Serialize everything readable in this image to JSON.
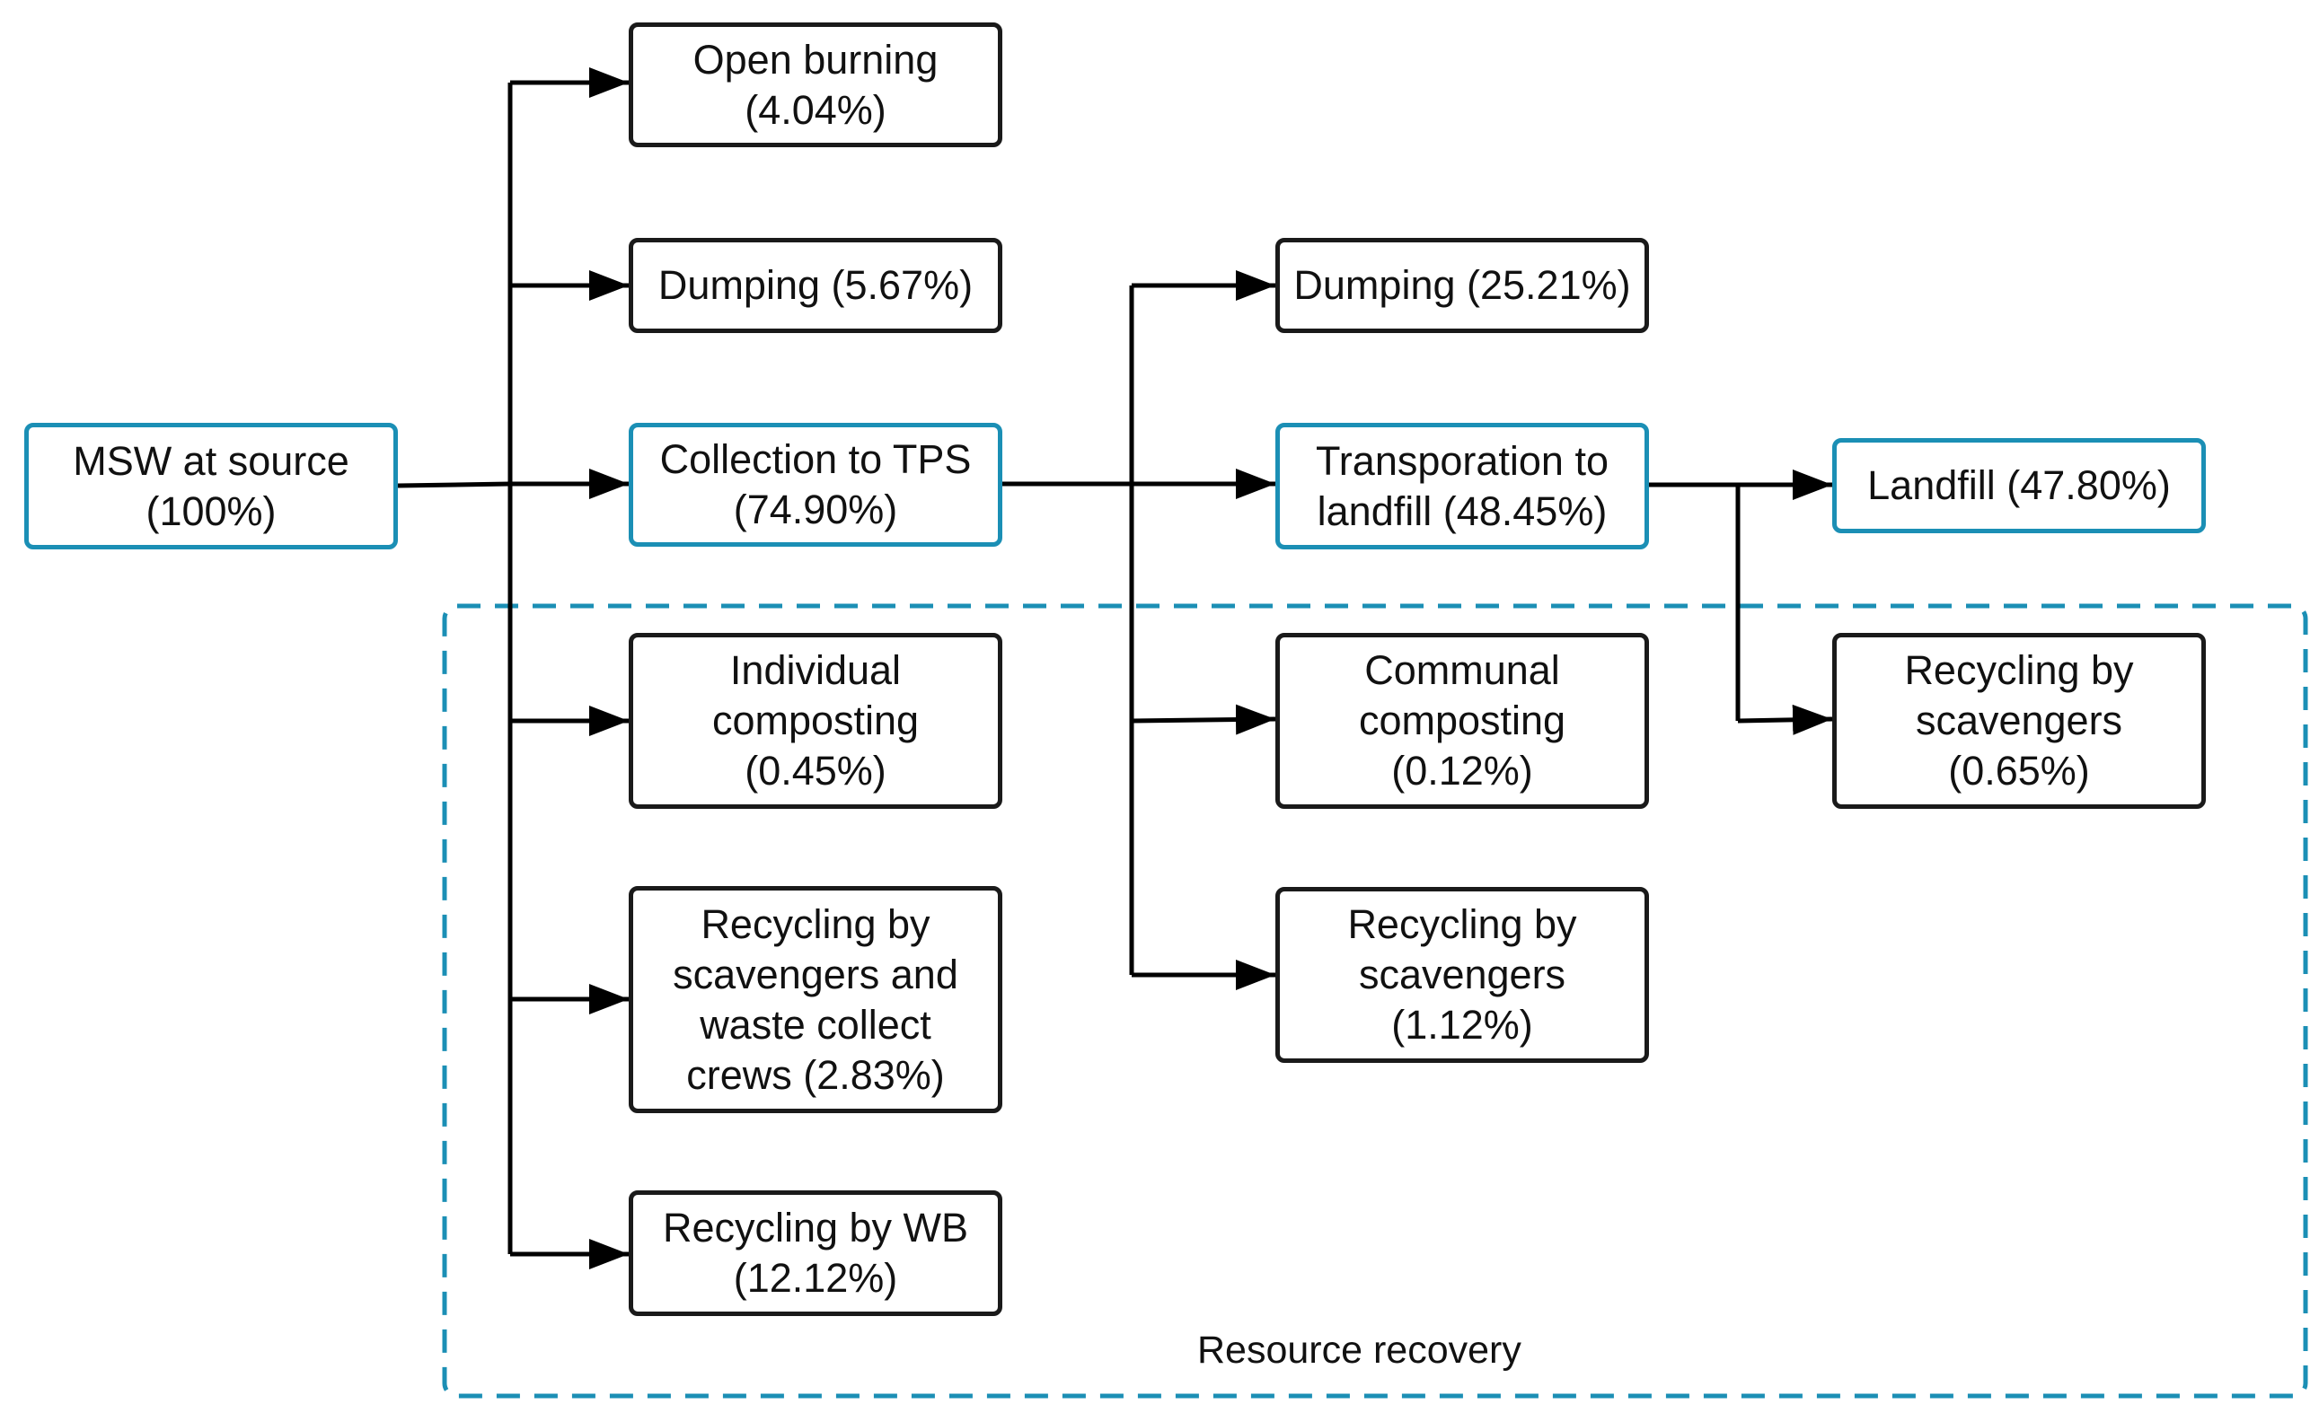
{
  "colors": {
    "main_border": "#1b8fb5",
    "box_border": "#1a1a1a",
    "arrow": "#000000",
    "region_border": "#1b8fb5"
  },
  "region": {
    "label": "Resource recovery"
  },
  "nodes": {
    "source": {
      "lines": [
        "MSW at source",
        "(100%)"
      ]
    },
    "open_burning": {
      "lines": [
        "Open burning",
        "(4.04%)"
      ]
    },
    "dumping_1": {
      "lines": [
        "Dumping (5.67%)"
      ]
    },
    "collection_tps": {
      "lines": [
        "Collection to TPS",
        "(74.90%)"
      ]
    },
    "individual_composting": {
      "lines": [
        "Individual",
        "composting",
        "(0.45%)"
      ]
    },
    "recycling_scavengers_crews": {
      "lines": [
        "Recycling by",
        "scavengers and",
        "waste collect",
        "crews (2.83%)"
      ]
    },
    "recycling_wb": {
      "lines": [
        "Recycling by WB",
        "(12.12%)"
      ]
    },
    "dumping_2": {
      "lines": [
        "Dumping (25.21%)"
      ]
    },
    "transport_landfill": {
      "lines": [
        "Transporation to",
        "landfill (48.45%)"
      ]
    },
    "communal_composting": {
      "lines": [
        "Communal",
        "composting",
        "(0.12%)"
      ]
    },
    "recycling_scavengers_2": {
      "lines": [
        "Recycling by",
        "scavengers",
        "(1.12%)"
      ]
    },
    "landfill": {
      "lines": [
        "Landfill (47.80%)"
      ]
    },
    "recycling_scavengers_3": {
      "lines": [
        "Recycling by",
        "scavengers",
        "(0.65%)"
      ]
    }
  }
}
